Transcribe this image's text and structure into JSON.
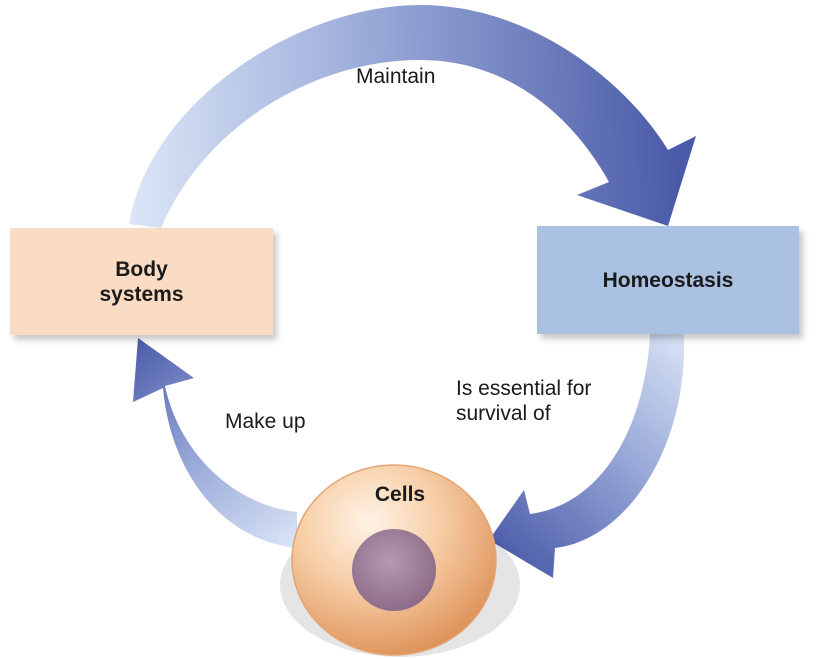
{
  "nodes": {
    "body_systems": "Body\nsystems",
    "homeostasis": "Homeostasis",
    "cells": "Cells"
  },
  "edges": {
    "maintain": "Maintain",
    "essential": "Is essential for\nsurvival of",
    "make_up": "Make up"
  },
  "colors": {
    "arrow_dark": "#4a5aa8",
    "arrow_light": "#dbe6f6",
    "body_box": "#f9dcc3",
    "homeostasis_box": "#aac1e2",
    "cell_fill": "#f6c7a0",
    "nucleus": "#9a7a96"
  }
}
